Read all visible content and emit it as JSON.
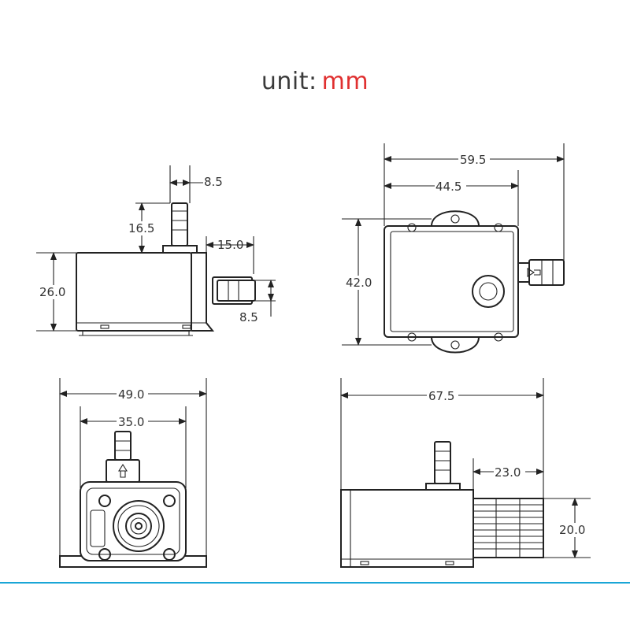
{
  "header": {
    "label": "unit:",
    "value": "mm",
    "value_color": "#e03030"
  },
  "accent_line_color": "#1aa6d6",
  "views": {
    "side": {
      "d_pipe_top_width": "8.5",
      "d_pipe_height": "16.5",
      "d_outlet_offset": "15.0",
      "d_outlet_width": "8.5",
      "d_body_height": "26.0"
    },
    "top": {
      "d_total_length": "59.5",
      "d_body_length": "44.5",
      "d_width": "42.0"
    },
    "front": {
      "d_base_width": "49.0",
      "d_body_width": "35.0"
    },
    "elevation": {
      "d_total_length": "67.5",
      "d_filter_length": "23.0",
      "d_filter_height": "20.0"
    }
  }
}
